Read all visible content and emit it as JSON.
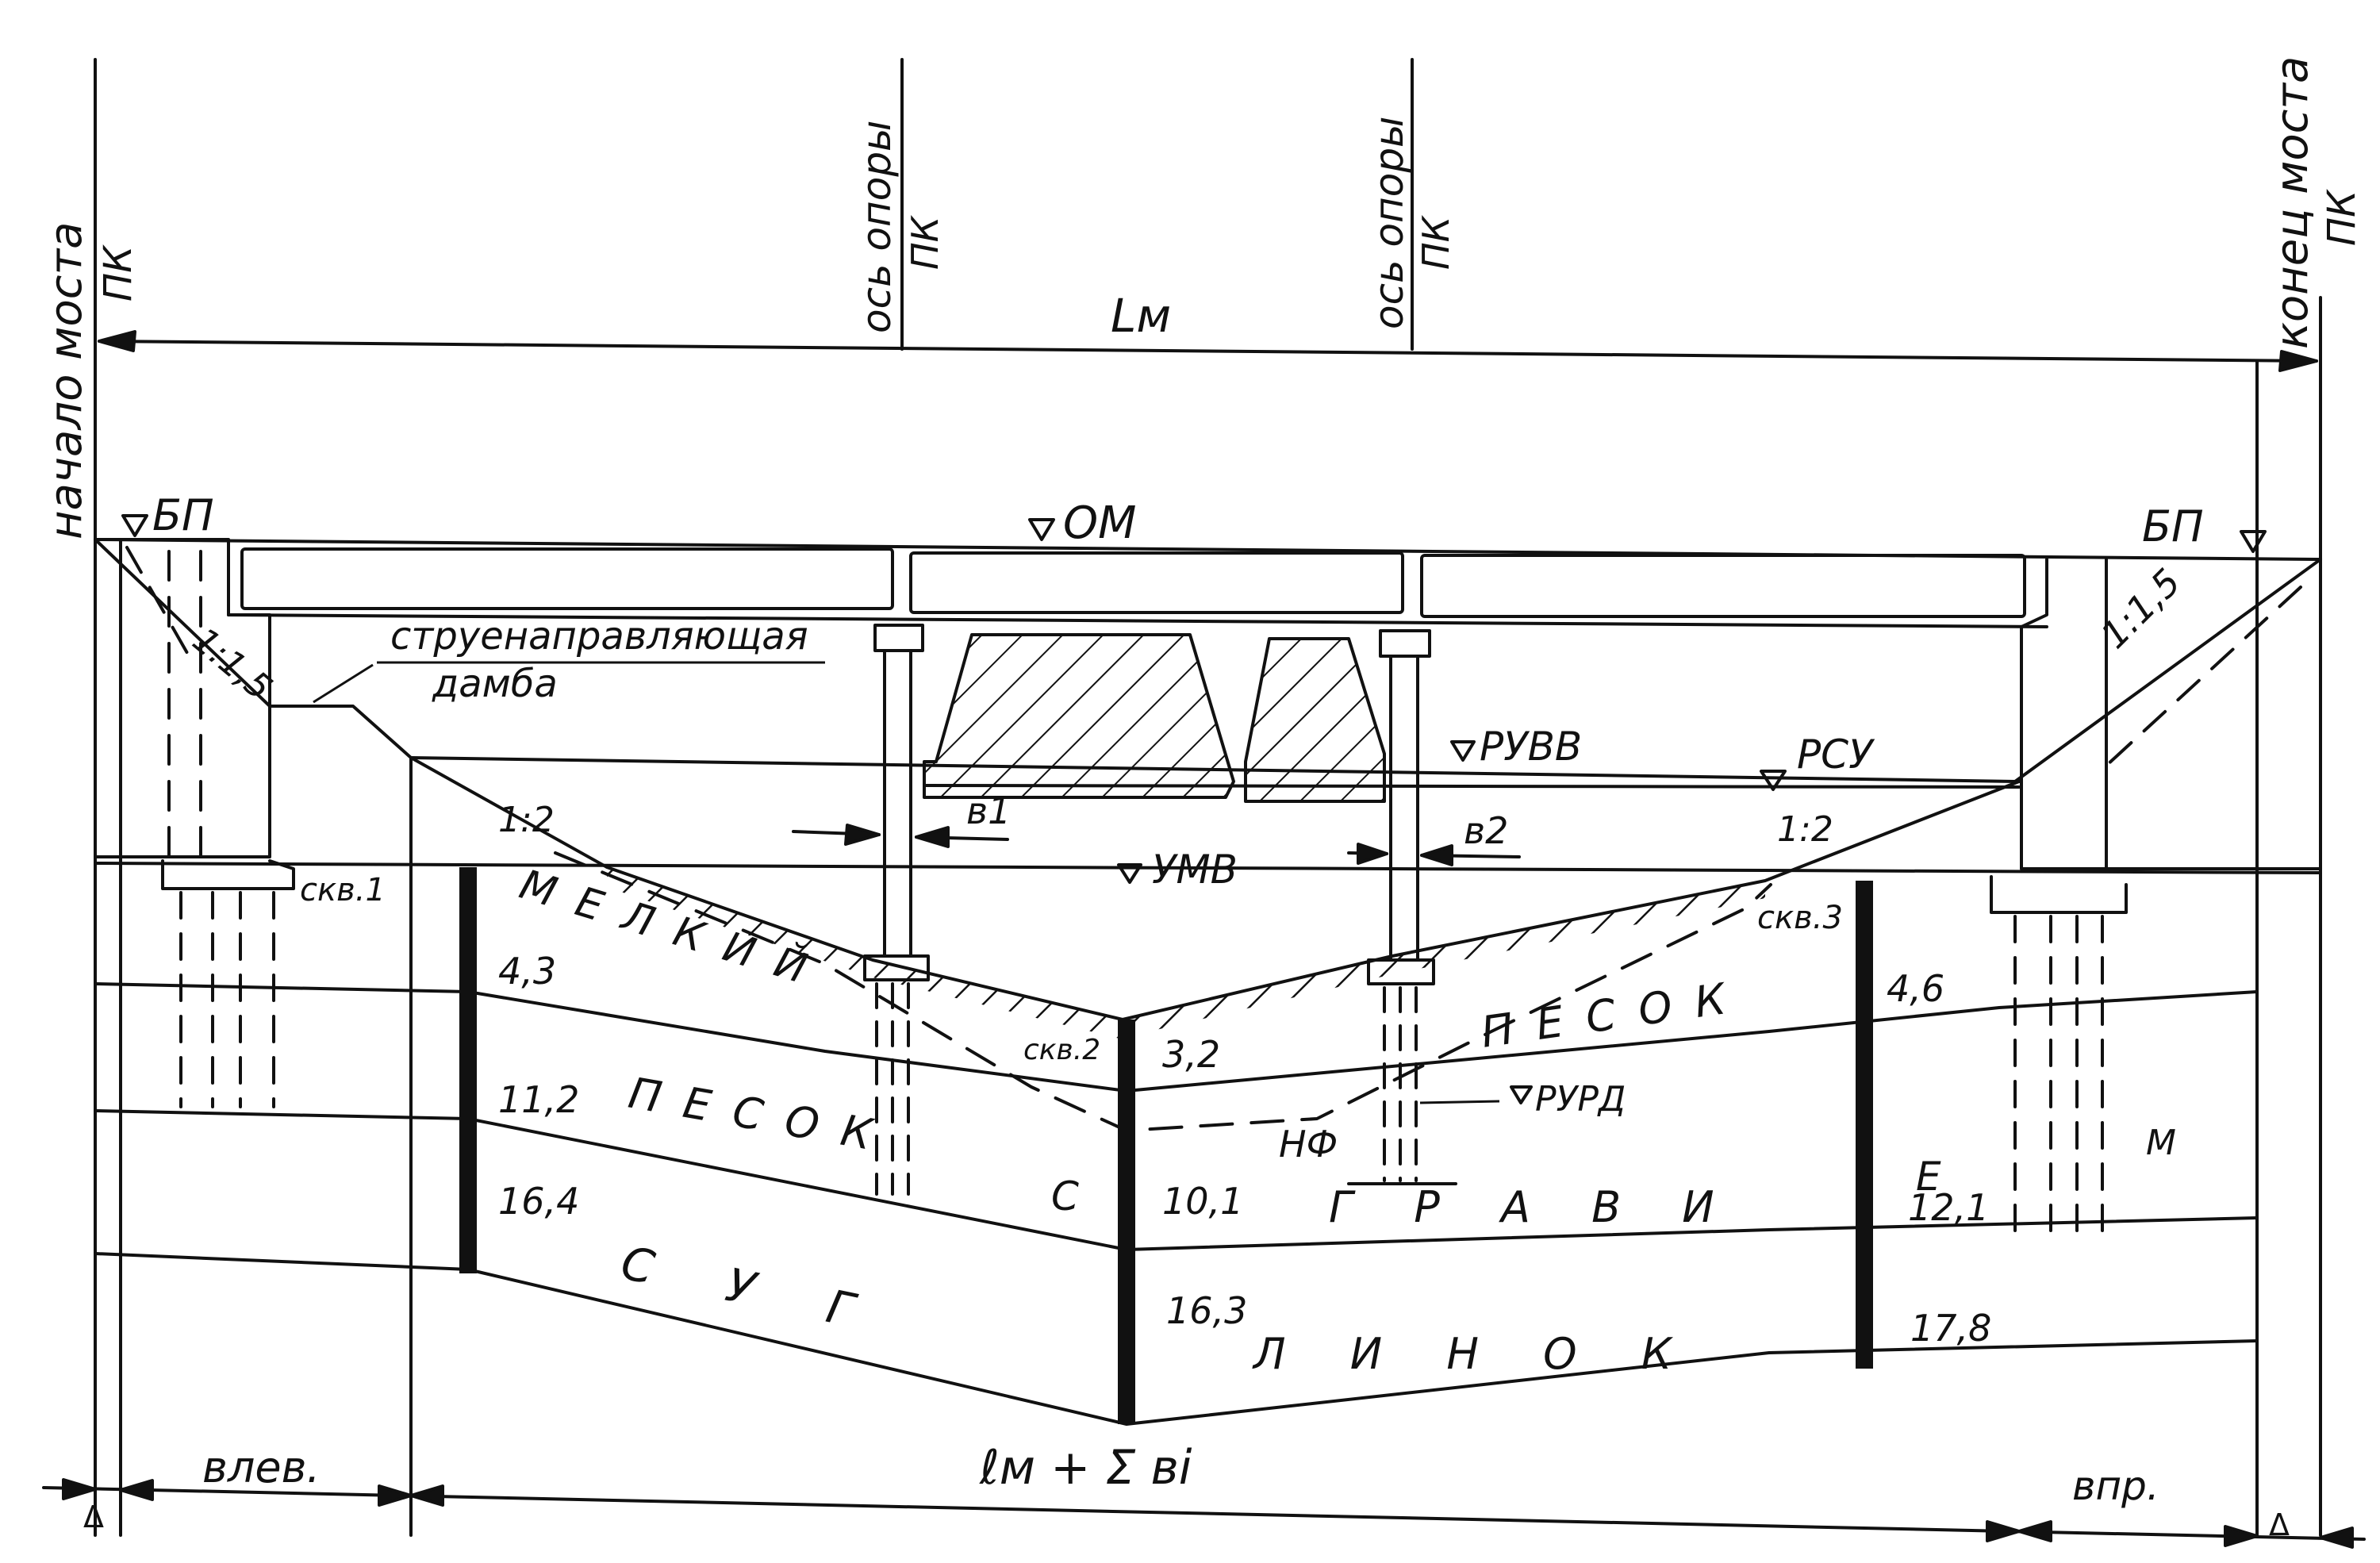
{
  "labels": {
    "start_of_bridge": "начало моста",
    "end_of_bridge": "конец моста",
    "pk": "ПК",
    "support_axis": "ось опоры",
    "lm": "Lм",
    "bp": "БП",
    "om": "ОМ",
    "dam_line1": "струенаправляющая",
    "dam_line2": "дамба",
    "slope_15": "1:1,5",
    "slope_2": "1:2",
    "ruvv": "РУВВ",
    "rsu": "РСУ",
    "umv": "УМВ",
    "rurd": "РУРД",
    "nf": "НФ",
    "b1": "в1",
    "b2": "в2",
    "skv1": "скв.1",
    "skv2": "скв.2",
    "skv3": "скв.3",
    "b_left": "влев.",
    "b_right": "впр.",
    "bottom_formula": "ℓм + Σ вi",
    "delta": "Δ"
  },
  "soil": {
    "melky": "М Е Л К И Й",
    "pesok_left": "П Е С О К",
    "pesok_right": "П Е С О К",
    "gravy": "Г Р А В И",
    "s": "С",
    "e": "Е",
    "m": "М",
    "sug": "С У Г",
    "linok": "Л И Н О К"
  },
  "depths": {
    "skv1": [
      "4,3",
      "11,2",
      "16,4"
    ],
    "skv2": [
      "3,2",
      "10,1",
      "16,3"
    ],
    "skv3": [
      "4,6",
      "12,1",
      "17,8"
    ]
  }
}
